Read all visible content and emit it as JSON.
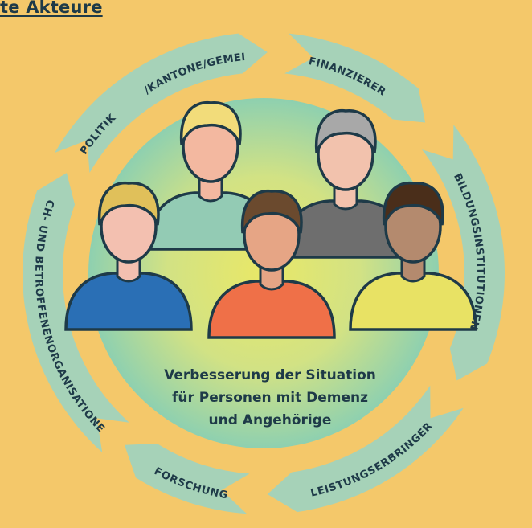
{
  "title": "te Akteure",
  "actors": [
    {
      "label": "BUND/KANTONE/GEMEINDEN"
    },
    {
      "label": "FINANZIERER"
    },
    {
      "label": "BILDUNGSINSTITUTIONEN"
    },
    {
      "label": "LEISTUNGSERBRINGER"
    },
    {
      "label": "FORSCHUNG"
    },
    {
      "label": "FACH- UND BETROFFENENORGANISATIONEN"
    },
    {
      "label": "POLITIK"
    }
  ],
  "center": {
    "lines": [
      "Verbesserung der Situation",
      "für Personen mit Demenz",
      "und Angehörige"
    ]
  },
  "people": [
    {
      "name": "person-curly-blond",
      "hair": "#f2dc7a",
      "skin": "#f3b8a0",
      "shirt": "#93cbb4"
    },
    {
      "name": "person-gray-hair",
      "hair": "#a8a8a8",
      "skin": "#f2c2ad",
      "shirt": "#6e6e6e"
    },
    {
      "name": "person-blond-blue",
      "hair": "#e0c05a",
      "skin": "#f3c0b0",
      "shirt": "#2a6fb5"
    },
    {
      "name": "person-brown-orange",
      "hair": "#6b4a2e",
      "skin": "#e6a585",
      "shirt": "#ef7048"
    },
    {
      "name": "person-dark-curly",
      "hair": "#4a2e1a",
      "skin": "#b48a6e",
      "shirt": "#e8e264"
    }
  ],
  "colors": {
    "background": "#f4c86a",
    "ring": "#a6d2b8",
    "outline": "#1e3a48",
    "text": "#1e3a48",
    "center_inner": "#e9e867",
    "center_outer": "#8ed0b0"
  }
}
